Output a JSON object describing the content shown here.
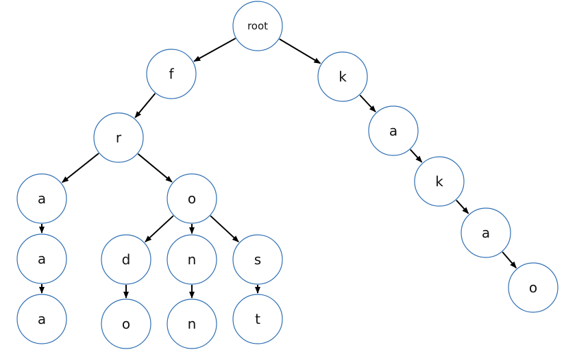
{
  "tree": {
    "nodes": [
      {
        "id": "root",
        "label": "root"
      },
      {
        "id": "f",
        "label": "f"
      },
      {
        "id": "k1",
        "label": "k"
      },
      {
        "id": "r",
        "label": "r"
      },
      {
        "id": "a_l1",
        "label": "a"
      },
      {
        "id": "o_mid",
        "label": "o"
      },
      {
        "id": "a_l2",
        "label": "a"
      },
      {
        "id": "a_l3",
        "label": "a"
      },
      {
        "id": "d",
        "label": "d"
      },
      {
        "id": "n1",
        "label": "n"
      },
      {
        "id": "s",
        "label": "s"
      },
      {
        "id": "o_d",
        "label": "o"
      },
      {
        "id": "n2",
        "label": "n"
      },
      {
        "id": "t",
        "label": "t"
      },
      {
        "id": "a_r1",
        "label": "a"
      },
      {
        "id": "k2",
        "label": "k"
      },
      {
        "id": "a_r2",
        "label": "a"
      },
      {
        "id": "o_end",
        "label": "o"
      }
    ],
    "edges": [
      [
        "root",
        "f"
      ],
      [
        "root",
        "k1"
      ],
      [
        "f",
        "r"
      ],
      [
        "r",
        "a_l1"
      ],
      [
        "r",
        "o_mid"
      ],
      [
        "a_l1",
        "a_l2"
      ],
      [
        "a_l2",
        "a_l3"
      ],
      [
        "o_mid",
        "d"
      ],
      [
        "o_mid",
        "n1"
      ],
      [
        "o_mid",
        "s"
      ],
      [
        "d",
        "o_d"
      ],
      [
        "n1",
        "n2"
      ],
      [
        "s",
        "t"
      ],
      [
        "k1",
        "a_r1"
      ],
      [
        "a_r1",
        "k2"
      ],
      [
        "k2",
        "a_r2"
      ],
      [
        "a_r2",
        "o_end"
      ]
    ]
  },
  "colors": {
    "node_border": "#2f6fb3",
    "edge": "#000000",
    "text": "#111111",
    "background": "#ffffff"
  }
}
